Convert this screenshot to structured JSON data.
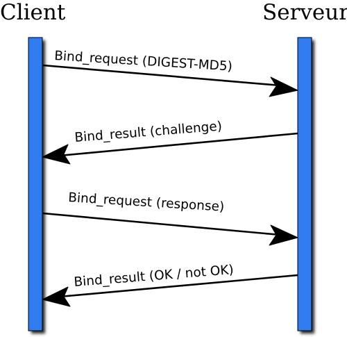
{
  "actors": {
    "client": "Client",
    "server": "Serveur"
  },
  "messages": [
    "Bind_request (DIGEST-MD5)",
    "Bind_result (challenge)",
    "Bind_request (response)",
    "Bind_result (OK / not OK)"
  ],
  "colors": {
    "lifeline_fill": "#2f7bef",
    "lifeline_shadow": "#2b2b2b",
    "arrow": "#000000"
  }
}
